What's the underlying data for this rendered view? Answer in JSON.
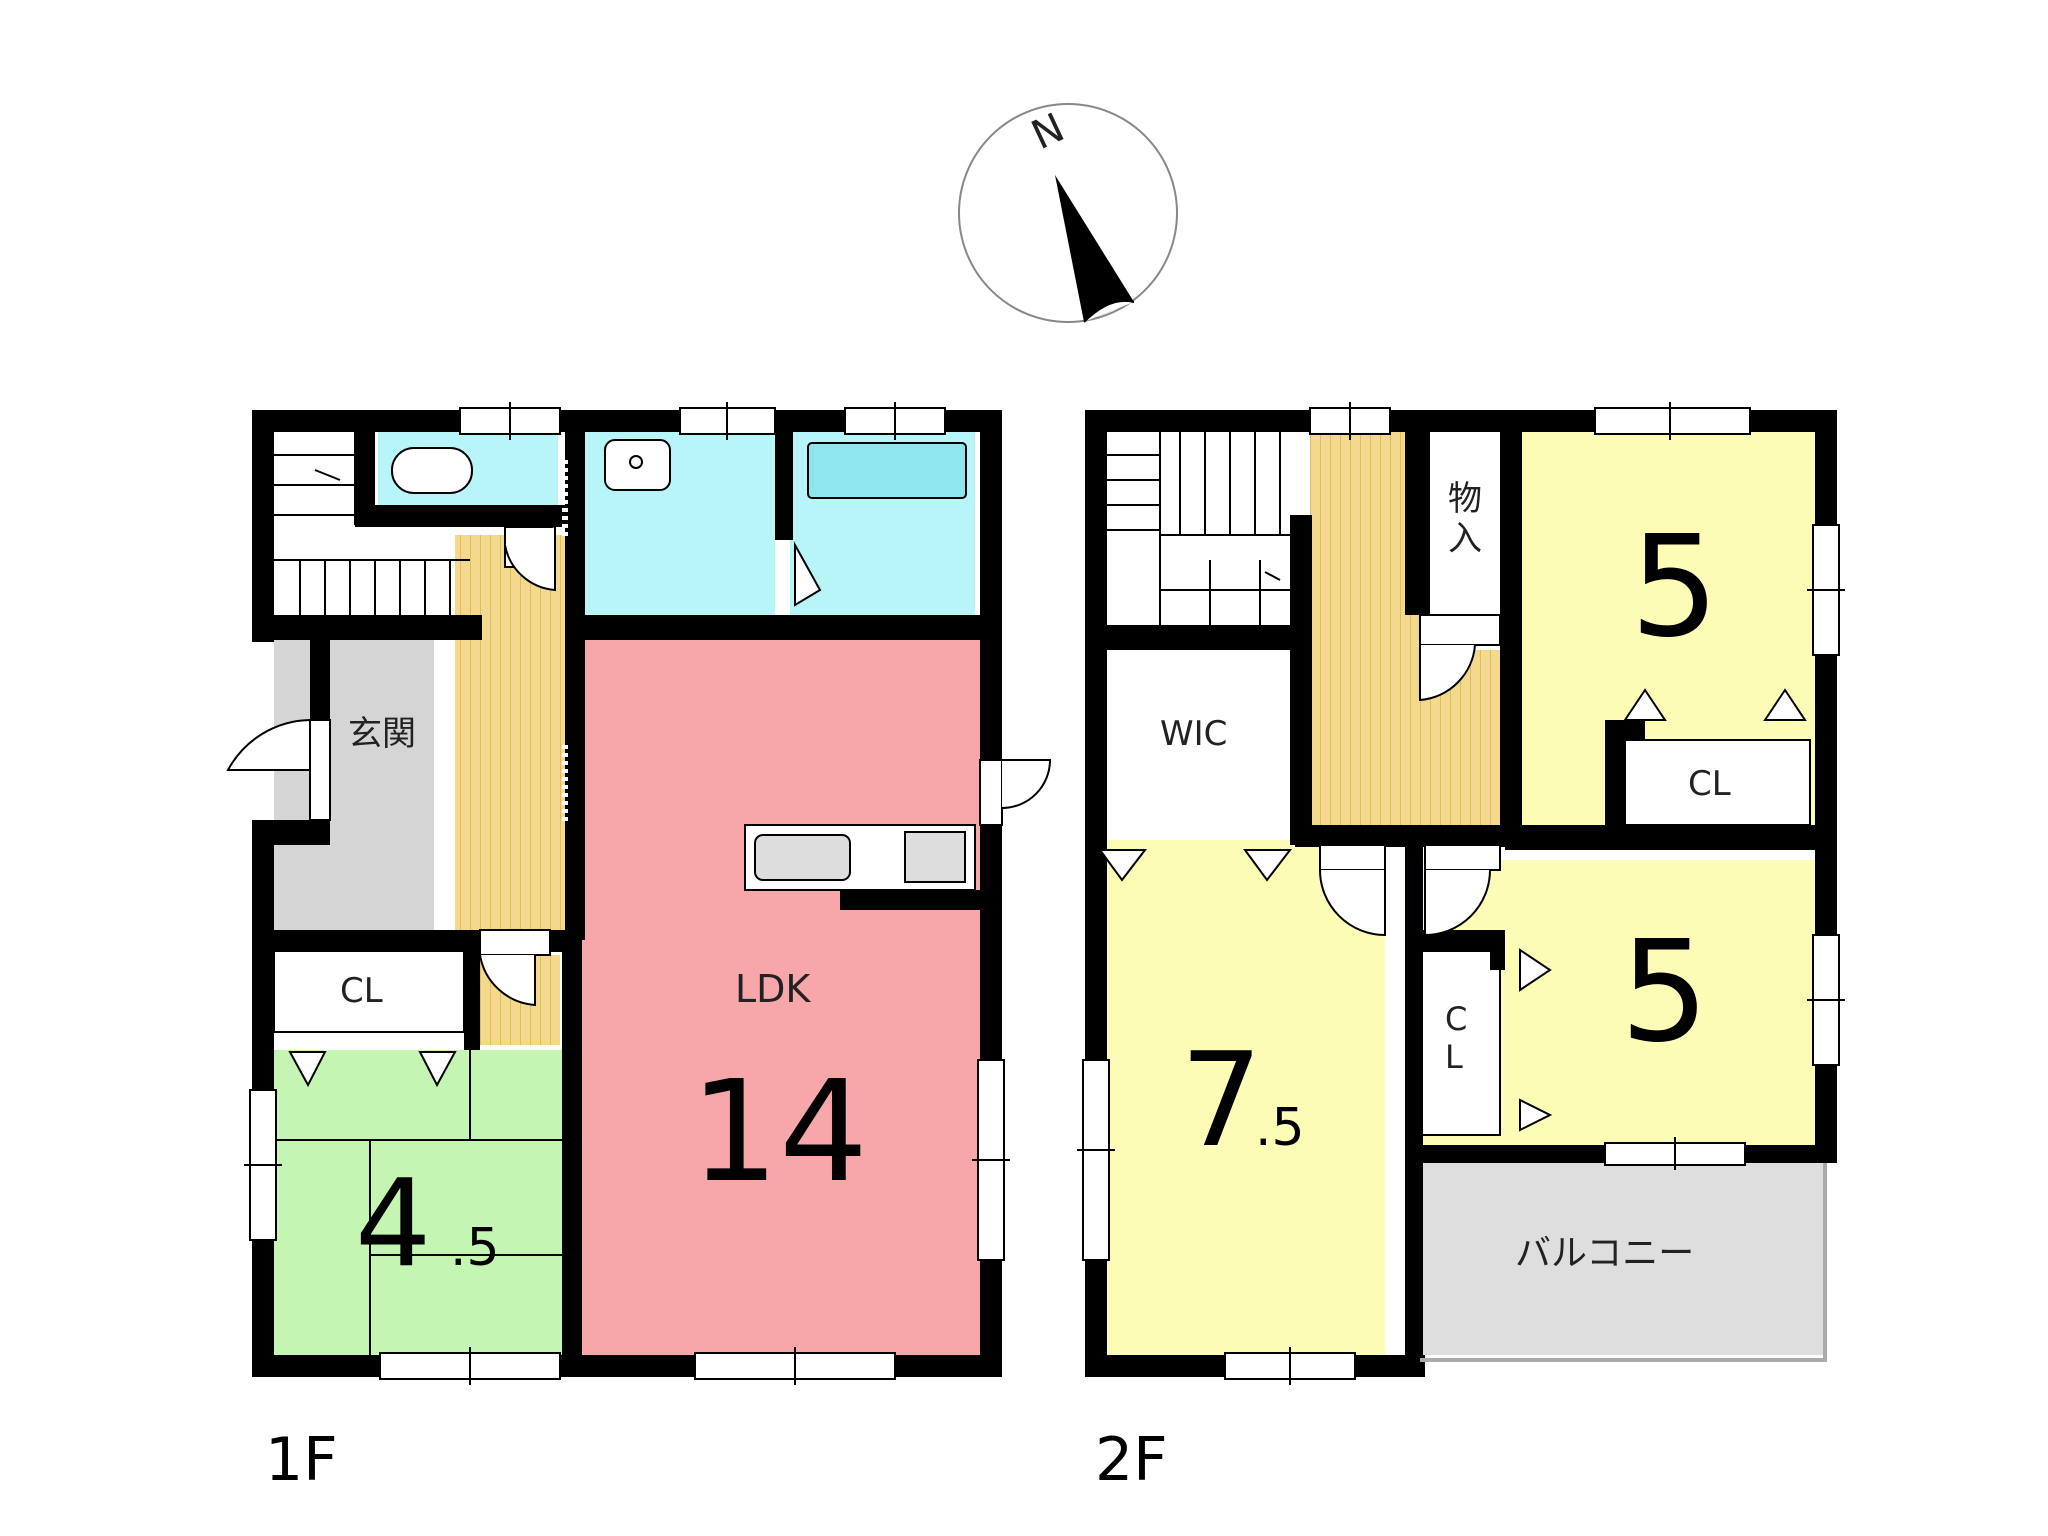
{
  "compass": {
    "north_label": "N"
  },
  "floor1": {
    "label": "1F",
    "entrance": "玄関",
    "closet": "CL",
    "japanese_room": {
      "size_int": "4",
      "size_frac": ".5"
    },
    "ldk": {
      "name": "LDK",
      "size": "14"
    }
  },
  "floor2": {
    "label": "2F",
    "storage": "物入",
    "wic": "WIC",
    "closet_top": "CL",
    "closet_side": "CL",
    "bedroom_top": {
      "size": "5"
    },
    "bedroom_mid": {
      "size": "5"
    },
    "bedroom_main": {
      "size_int": "7",
      "size_frac": ".5"
    },
    "balcony": "バルコニー"
  },
  "colors": {
    "wall": "#000000",
    "ldk": "#f7a7a9",
    "wet": "#b7f5f8",
    "tatami": "#c5f5b3",
    "bedroom": "#fdfcb6",
    "floor_wood": "#f0d383",
    "entrance": "#d5d5d5",
    "balcony": "#dedede"
  }
}
